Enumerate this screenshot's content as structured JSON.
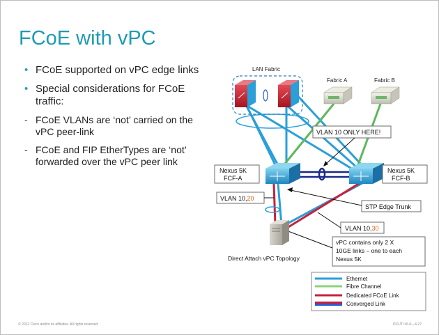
{
  "slide": {
    "title": "FCoE with vPC",
    "bullets": [
      "FCoE supported on vPC edge links",
      "Special considerations for FCoE traffic:"
    ],
    "sub_bullets": [
      "FCoE VLANs are ‘not’ carried on the vPC peer-link",
      "FCoE and FIP EtherTypes are ‘not’ forwarded over the vPC peer link"
    ],
    "footer_left": "© 2012 Cisco and/or its affiliates. All rights reserved.",
    "footer_right": "DCUTI v5.0—4-27"
  },
  "diagram": {
    "lan_fabric": "LAN Fabric",
    "fabric_a": "Fabric A",
    "fabric_b": "Fabric B",
    "vlan10_only": "VLAN 10 ONLY HERE!",
    "nexus_a_line1": "Nexus 5K",
    "nexus_a_line2": "FCF-A",
    "nexus_b_line1": "Nexus 5K",
    "nexus_b_line2": "FCF-B",
    "vlan_left_prefix": "VLAN 10,",
    "vlan_left_suffix": "20",
    "stp_edge": "STP Edge Trunk",
    "vlan_right_prefix": "VLAN 10,",
    "vlan_right_suffix": "30",
    "vpc_note_1": "vPC contains only 2 X",
    "vpc_note_2": "10GE links – one to each",
    "vpc_note_3": "Nexus 5K",
    "topology_caption": "Direct Attach vPC Topology"
  },
  "legend": [
    {
      "label": "Ethernet",
      "color": "#2a9fd8"
    },
    {
      "label": "Fibre Channel",
      "color": "#8fd17a"
    },
    {
      "label": "Dedicated FCoE Link",
      "color": "#c8203c"
    },
    {
      "label": "Converged Link",
      "color": "#2a5fd0"
    }
  ],
  "colors": {
    "title": "#1f9bb4",
    "ethernet": "#2a9fd8",
    "fibre_channel": "#5cb85c",
    "fcoe": "#c8203c",
    "peer_link": "#1a2a8a",
    "vlan_highlight": "#e06010"
  }
}
